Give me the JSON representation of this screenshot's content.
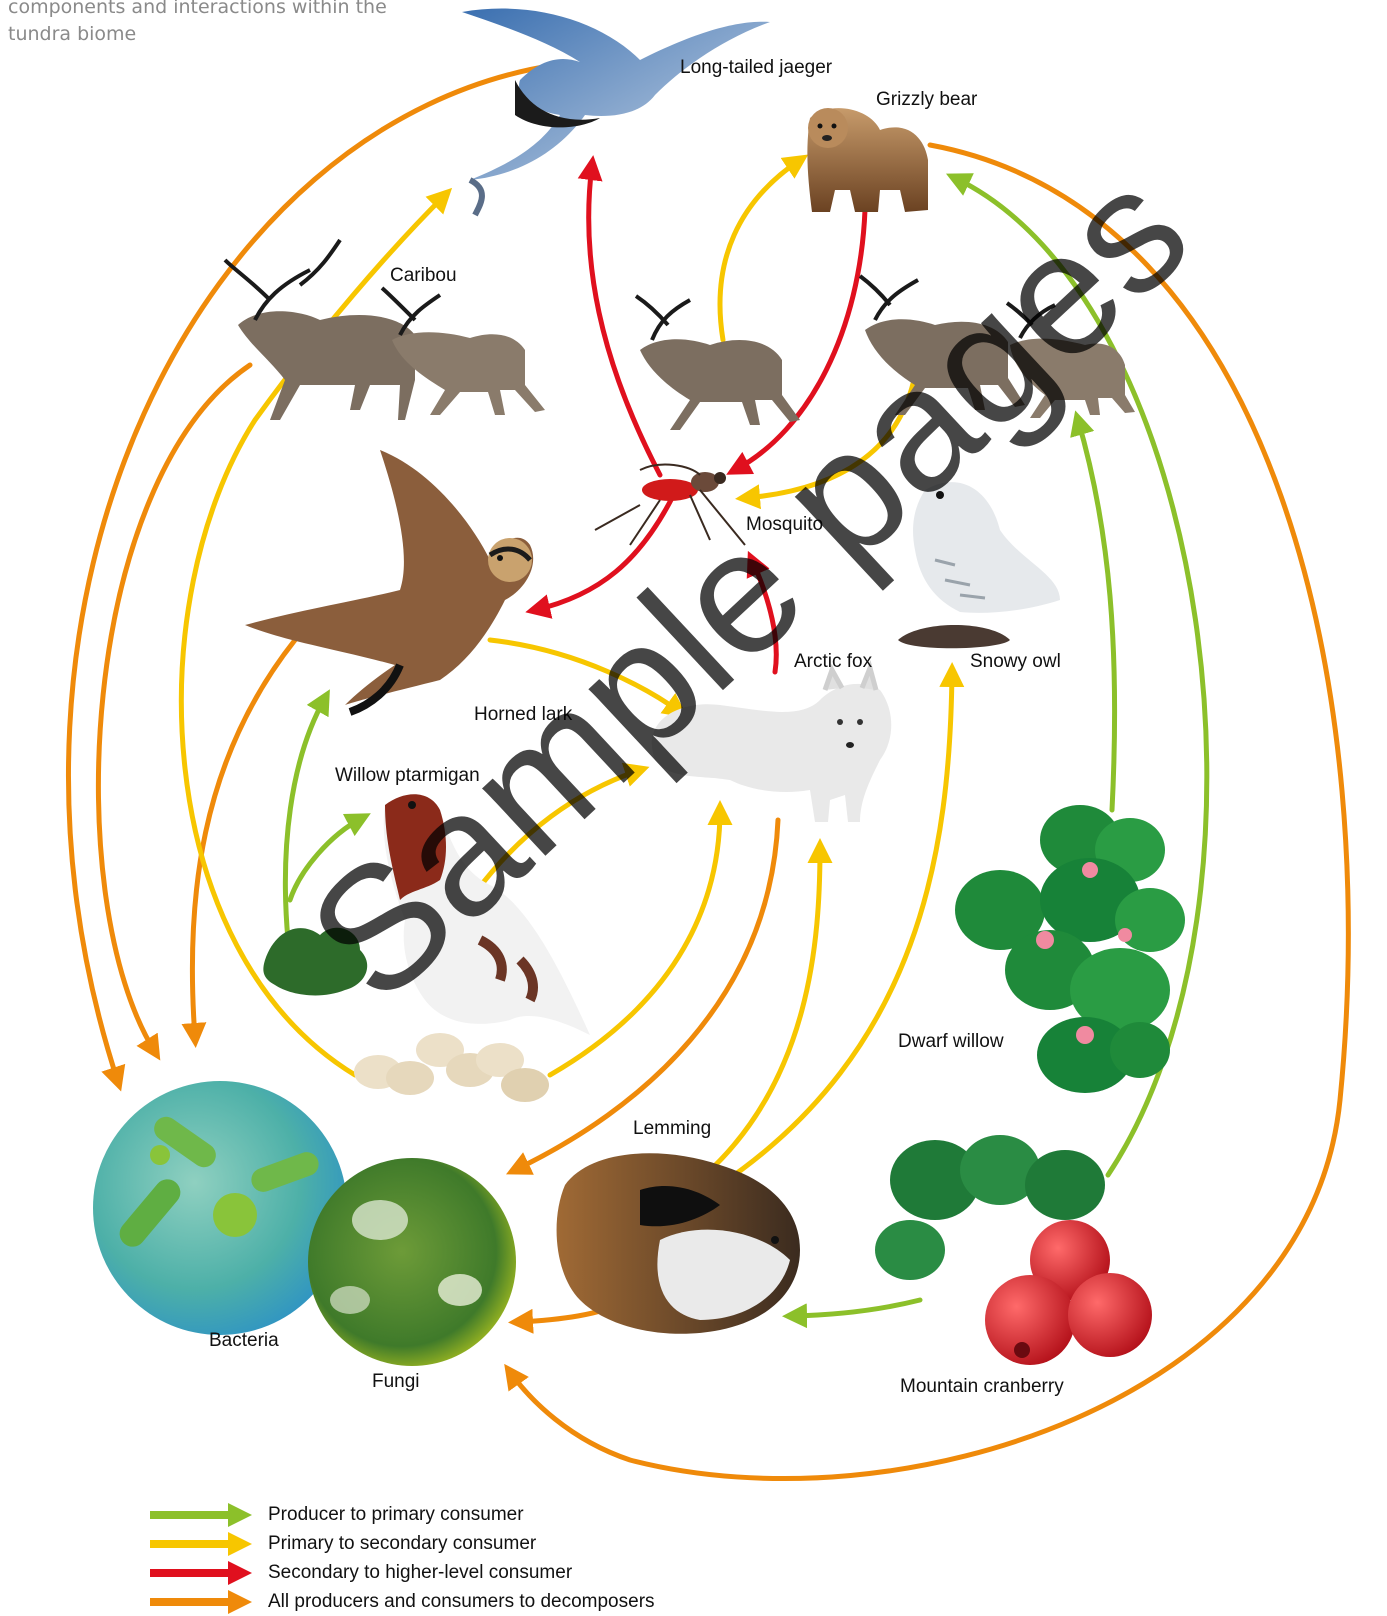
{
  "header": {
    "subtitle": "components and interactions within the tundra biome"
  },
  "organisms": {
    "long_tailed_jaeger": "Long-tailed jaeger",
    "grizzly_bear": "Grizzly bear",
    "caribou": "Caribou",
    "mosquito": "Mosquito",
    "horned_lark": "Horned lark",
    "arctic_fox": "Arctic fox",
    "snowy_owl": "Snowy owl",
    "willow_ptarmigan": "Willow ptarmigan",
    "dwarf_willow": "Dwarf willow",
    "lemming": "Lemming",
    "bacteria": "Bacteria",
    "fungi": "Fungi",
    "mountain_cranberry": "Mountain cranberry"
  },
  "legend": {
    "producer_to_primary": "Producer to primary consumer",
    "primary_to_secondary": "Primary to secondary consumer",
    "secondary_to_higher": "Secondary to higher-level consumer",
    "to_decomposers": "All producers and consumers to decomposers"
  },
  "colors": {
    "producer_to_primary": "#8cc02a",
    "primary_to_secondary": "#f7c600",
    "secondary_to_higher": "#e0101e",
    "to_decomposers": "#ef8a0a"
  },
  "watermark": "Sample pages"
}
